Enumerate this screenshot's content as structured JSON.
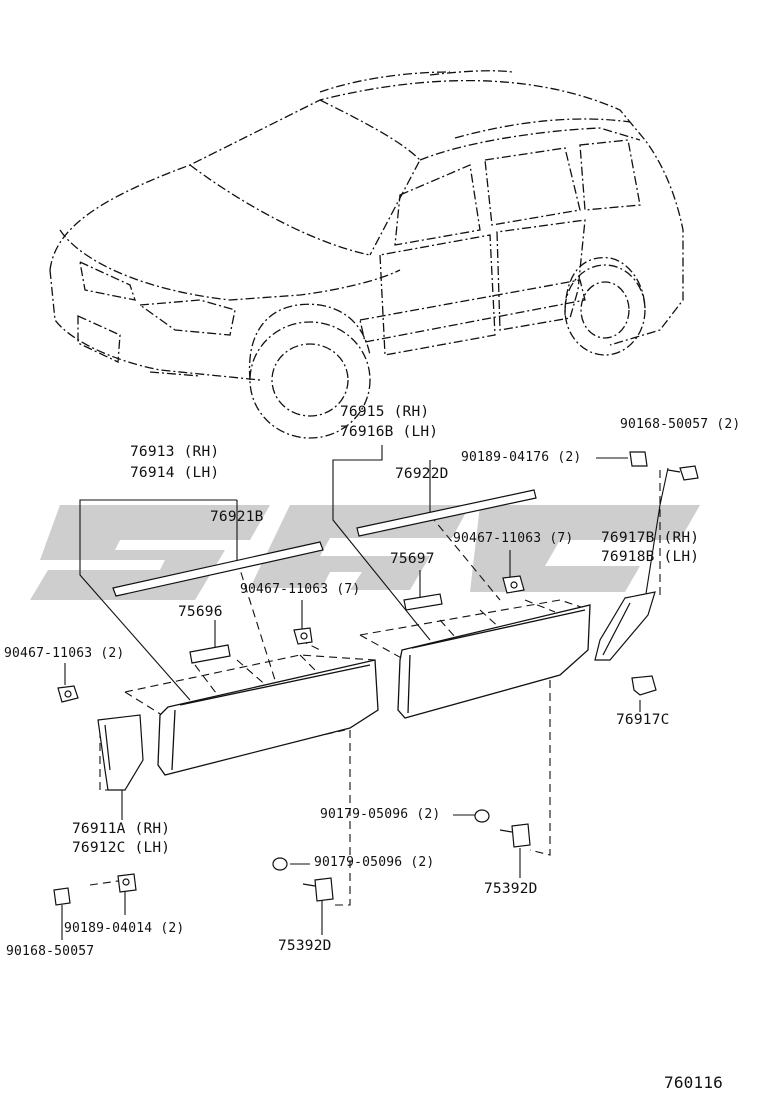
{
  "labels": {
    "p76913": "76913 (RH)",
    "p76914": "76914 (LH)",
    "p76921b": "76921B",
    "p76915": "76915  (RH)",
    "p76916b": "76916B (LH)",
    "p76922d": "76922D",
    "p90189_04176": "90189-04176 (2)",
    "p90168_50057_top": "90168-50057 (2)",
    "p90467_top": "90467-11063 (7)",
    "p75697": "75697",
    "p76917b": "76917B (RH)",
    "p76918b": "76918B (LH)",
    "p90467_mid": "90467-11063 (7)",
    "p75696": "75696",
    "p90467_left": "90467-11063 (2)",
    "p76917c": "76917C",
    "p76911a": "76911A (RH)",
    "p76912c": "76912C (LH)",
    "p90179_right": "90179-05096 (2)",
    "p90179_left": "90179-05096 (2)",
    "p75392d_right": "75392D",
    "p75392d_left": "75392D",
    "p90189_04014": "90189-04014 (2)",
    "p90168_50057_bottom": "90168-50057",
    "diagram_code": "760116"
  },
  "watermark_text": "SGG",
  "colors": {
    "line": "#111111",
    "watermark": "#c8c8c8"
  }
}
